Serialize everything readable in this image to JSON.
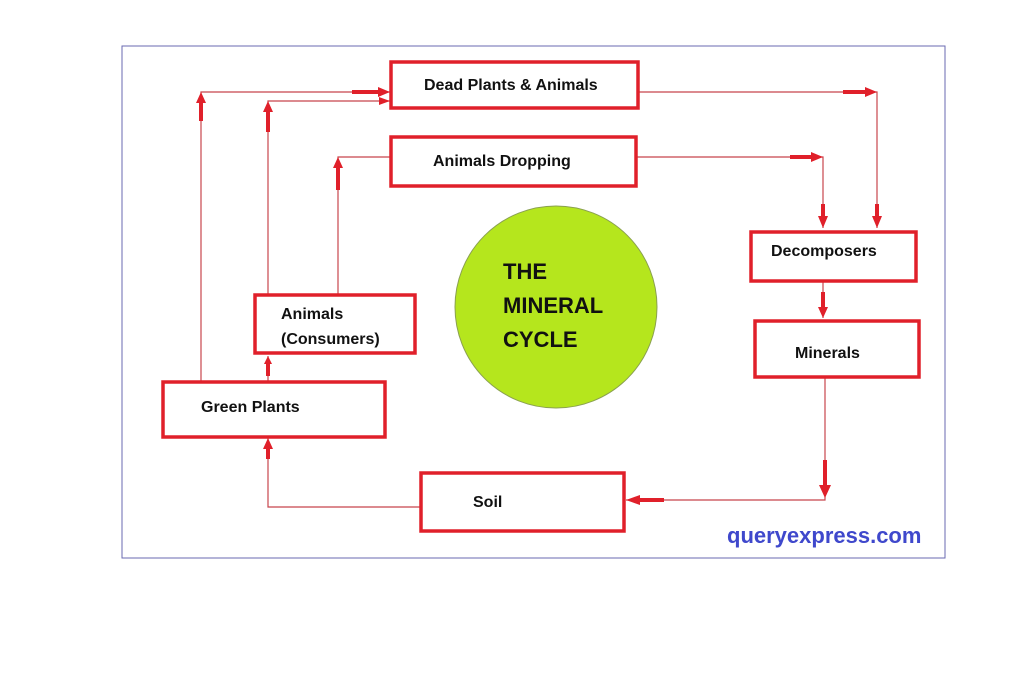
{
  "colors": {
    "box_border": "#e0202a",
    "arrow": "#e0202a",
    "line": "#c8454c",
    "circle_fill": "#b5e61d",
    "frame": "#6a6ab0",
    "watermark": "#3f48cc"
  },
  "nodes": {
    "dead": "Dead Plants & Animals",
    "dropping": "Animals Dropping",
    "decomposers": "Decomposers",
    "minerals": "Minerals",
    "soil": "Soil",
    "green_plants": "Green Plants",
    "animals_line1": "Animals",
    "animals_line2": "(Consumers)"
  },
  "center": {
    "line1": "THE",
    "line2": "MINERAL",
    "line3": "CYCLE"
  },
  "watermark": "queryexpress.com"
}
